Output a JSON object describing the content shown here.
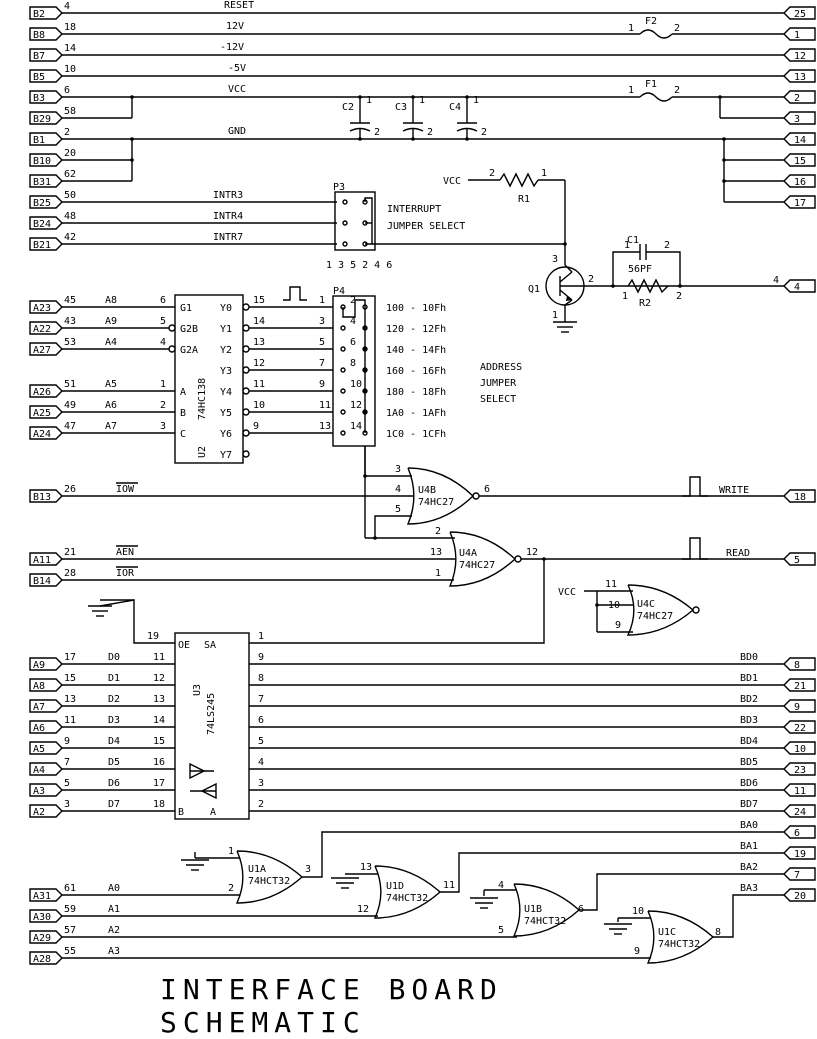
{
  "title": "INTERFACE BOARD SCHEMATIC",
  "left_ports": [
    {
      "label": "B2",
      "pin": "4",
      "net": "RESET"
    },
    {
      "label": "B8",
      "pin": "18",
      "net": "12V"
    },
    {
      "label": "B7",
      "pin": "14",
      "net": "-12V"
    },
    {
      "label": "B5",
      "pin": "10",
      "net": "-5V"
    },
    {
      "label": "B3",
      "pin": "6",
      "net": "VCC"
    },
    {
      "label": "B29",
      "pin": "58",
      "net": ""
    },
    {
      "label": "B1",
      "pin": "2",
      "net": "GND"
    },
    {
      "label": "B10",
      "pin": "20",
      "net": ""
    },
    {
      "label": "B31",
      "pin": "62",
      "net": ""
    },
    {
      "label": "B25",
      "pin": "50",
      "net": "INTR3"
    },
    {
      "label": "B24",
      "pin": "48",
      "net": "INTR4"
    },
    {
      "label": "B21",
      "pin": "42",
      "net": "INTR7"
    },
    {
      "label": "A23",
      "pin": "45",
      "net": "A8"
    },
    {
      "label": "A22",
      "pin": "43",
      "net": "A9"
    },
    {
      "label": "A27",
      "pin": "53",
      "net": "A4"
    },
    {
      "label": "A26",
      "pin": "51",
      "net": "A5"
    },
    {
      "label": "A25",
      "pin": "49",
      "net": "A6"
    },
    {
      "label": "A24",
      "pin": "47",
      "net": "A7"
    },
    {
      "label": "B13",
      "pin": "26",
      "net": "IOW"
    },
    {
      "label": "A11",
      "pin": "21",
      "net": "AEN"
    },
    {
      "label": "B14",
      "pin": "28",
      "net": "IOR"
    },
    {
      "label": "A9",
      "pin": "17",
      "net": "D0"
    },
    {
      "label": "A8",
      "pin": "15",
      "net": "D1"
    },
    {
      "label": "A7",
      "pin": "13",
      "net": "D2"
    },
    {
      "label": "A6",
      "pin": "11",
      "net": "D3"
    },
    {
      "label": "A5",
      "pin": "9",
      "net": "D4"
    },
    {
      "label": "A4",
      "pin": "7",
      "net": "D5"
    },
    {
      "label": "A3",
      "pin": "5",
      "net": "D6"
    },
    {
      "label": "A2",
      "pin": "3",
      "net": "D7"
    },
    {
      "label": "A31",
      "pin": "61",
      "net": "A0"
    },
    {
      "label": "A30",
      "pin": "59",
      "net": "A1"
    },
    {
      "label": "A29",
      "pin": "57",
      "net": "A2"
    },
    {
      "label": "A28",
      "pin": "55",
      "net": "A3"
    }
  ],
  "right_ports": [
    {
      "label": "25",
      "net": ""
    },
    {
      "label": "1",
      "net": ""
    },
    {
      "label": "12",
      "net": ""
    },
    {
      "label": "13",
      "net": ""
    },
    {
      "label": "2",
      "net": ""
    },
    {
      "label": "3",
      "net": ""
    },
    {
      "label": "14",
      "net": ""
    },
    {
      "label": "15",
      "net": ""
    },
    {
      "label": "16",
      "net": ""
    },
    {
      "label": "17",
      "net": ""
    },
    {
      "label": "4",
      "net": ""
    },
    {
      "label": "18",
      "net": "WRITE"
    },
    {
      "label": "5",
      "net": "READ"
    },
    {
      "label": "8",
      "net": "BD0"
    },
    {
      "label": "21",
      "net": "BD1"
    },
    {
      "label": "9",
      "net": "BD2"
    },
    {
      "label": "22",
      "net": "BD3"
    },
    {
      "label": "10",
      "net": "BD4"
    },
    {
      "label": "23",
      "net": "BD5"
    },
    {
      "label": "11",
      "net": "BD6"
    },
    {
      "label": "24",
      "net": "BD7"
    },
    {
      "label": "6",
      "net": "BA0"
    },
    {
      "label": "19",
      "net": "BA1"
    },
    {
      "label": "7",
      "net": "BA2"
    },
    {
      "label": "20",
      "net": "BA3"
    }
  ],
  "fuses": {
    "f2_label": "F2",
    "f1_label": "F1",
    "pin1": "1",
    "pin2": "2"
  },
  "caps": [
    {
      "label": "C2"
    },
    {
      "label": "C3"
    },
    {
      "label": "C4"
    }
  ],
  "p3": {
    "label": "P3",
    "header_pins": "1 3 5 2 4 6",
    "desc1": "INTERRUPT",
    "desc2": "JUMPER SELECT"
  },
  "r1": {
    "label": "R1",
    "vcc": "VCC",
    "pin_a": "2",
    "pin_b": "1"
  },
  "q1": {
    "label": "Q1",
    "pin_c": "3",
    "pin_b": "2",
    "pin_e": "1"
  },
  "c1": {
    "label": "C1",
    "value": "56PF",
    "pin_a": "1",
    "pin_b": "2"
  },
  "r2": {
    "label": "R2",
    "pin_a": "1",
    "pin_b": "2"
  },
  "u2": {
    "ref": "U2",
    "part": "74HC138",
    "inputs": [
      {
        "name": "G1",
        "pin": "6"
      },
      {
        "name": "G2B",
        "pin": "5"
      },
      {
        "name": "G2A",
        "pin": "4"
      },
      {
        "name": "A",
        "pin": "1"
      },
      {
        "name": "B",
        "pin": "2"
      },
      {
        "name": "C",
        "pin": "3"
      }
    ],
    "outputs": [
      {
        "name": "Y0",
        "pin": "15"
      },
      {
        "name": "Y1",
        "pin": "14"
      },
      {
        "name": "Y2",
        "pin": "13"
      },
      {
        "name": "Y3",
        "pin": "12"
      },
      {
        "name": "Y4",
        "pin": "11"
      },
      {
        "name": "Y5",
        "pin": "10"
      },
      {
        "name": "Y6",
        "pin": "9"
      },
      {
        "name": "Y7",
        "pin": ""
      }
    ]
  },
  "p4": {
    "label": "P4",
    "left_pins": [
      "1",
      "3",
      "5",
      "7",
      "9",
      "11",
      "13"
    ],
    "right_pins": [
      "2",
      "4",
      "6",
      "8",
      "10",
      "12",
      "14"
    ],
    "ranges": [
      "100 - 10Fh",
      "120 - 12Fh",
      "140 - 14Fh",
      "160 - 16Fh",
      "180 - 18Fh",
      "1A0 - 1AFh",
      "1C0 - 1CFh"
    ],
    "desc": [
      "ADDRESS",
      "JUMPER",
      "SELECT"
    ]
  },
  "u4b": {
    "ref": "U4B",
    "part": "74HC27",
    "in_pins": [
      "3",
      "4",
      "5"
    ],
    "out_pin": "6"
  },
  "u4a": {
    "ref": "U4A",
    "part": "74HC27",
    "in_pins": [
      "2",
      "13",
      "1"
    ],
    "out_pin": "12"
  },
  "u4c": {
    "ref": "U4C",
    "part": "74HC27",
    "vcc": "VCC",
    "in_pins": [
      "11",
      "10",
      "9"
    ]
  },
  "u3": {
    "ref": "U3",
    "part": "74LS245",
    "oe": "OE",
    "sa": "SA",
    "a": "A",
    "b": "B",
    "oe_pin": "19",
    "sa_pin": "1",
    "b_pins": [
      "11",
      "12",
      "13",
      "14",
      "15",
      "16",
      "17",
      "18"
    ],
    "a_pins": [
      "9",
      "8",
      "7",
      "6",
      "5",
      "4",
      "3",
      "2"
    ]
  },
  "or_gates": [
    {
      "ref": "U1A",
      "part": "74HCT32",
      "gnd_pin": "1",
      "in_pin": "2",
      "out_pin": "3"
    },
    {
      "ref": "U1D",
      "part": "74HCT32",
      "gnd_pin": "13",
      "in_pin": "12",
      "out_pin": "11"
    },
    {
      "ref": "U1B",
      "part": "74HCT32",
      "gnd_pin": "4",
      "in_pin": "5",
      "out_pin": "6"
    },
    {
      "ref": "U1C",
      "part": "74HCT32",
      "gnd_pin": "10",
      "in_pin": "9",
      "out_pin": "8"
    }
  ]
}
